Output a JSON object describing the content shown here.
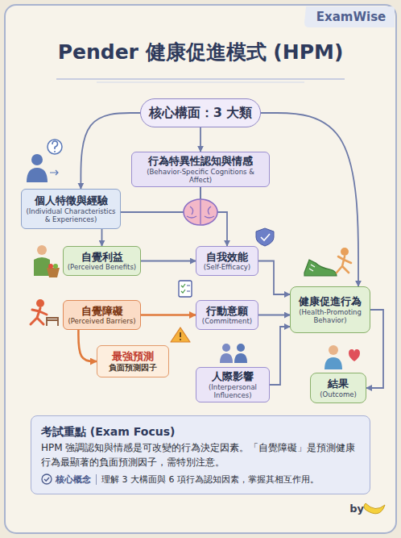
{
  "diagram": {
    "title": "Pender 健康促進模式 (HPM)",
    "nodes": [
      {
        "text": [
          "核心構面：3 大類"
        ]
      },
      {
        "text": [
          "個人特徵與經驗",
          "(Individual Characteristics & Experiences)"
        ]
      },
      {
        "text": [
          "行為特異性認知與情感",
          "(Behavior-Specific Cognitions & Affect)"
        ]
      },
      {
        "text": [
          "自覺利益",
          "(Perceived Benefits)"
        ]
      },
      {
        "text": [
          "自我效能",
          "(Self-Efficacy)"
        ]
      },
      {
        "text": [
          "自覺障礙",
          "(Perceived Barriers)"
        ]
      },
      {
        "text": [
          "行動意願",
          "(Commitment)"
        ]
      },
      {
        "text": [
          "最強預測",
          "負面預測因子"
        ]
      },
      {
        "text": [
          "人際影響",
          "(Interpersonal Influences)"
        ]
      },
      {
        "text": [
          "健康促進行為",
          "(Health-Promoting Behavior)"
        ]
      },
      {
        "text": [
          "結果",
          "(Outcome)"
        ]
      },
      {
        "text": [
          "考試重點 (Exam Focus)",
          "HPM 強調認知與情感是可改變的行為決定因素。「自覺障礙」是預測健康行為最顯著的負面預測因子，需特別注意。",
          "核心概念",
          "理解 3 大構面與 6 項行為認知因素，掌握其相互作用。"
        ]
      }
    ],
    "edges": [
      {
        "from": 0,
        "to": 1,
        "arrow": "to"
      },
      {
        "from": 0,
        "to": 2,
        "arrow": "to"
      },
      {
        "from": 0,
        "to": 9,
        "arrow": "to"
      },
      {
        "from": 2,
        "to": 3,
        "arrow": "to"
      },
      {
        "from": 2,
        "to": 4,
        "arrow": "to"
      },
      {
        "from": 3,
        "to": 4,
        "arrow": "to"
      },
      {
        "from": 5,
        "to": 6,
        "arrow": "to"
      },
      {
        "from": 5,
        "to": 7,
        "arrow": "to"
      },
      {
        "from": 4,
        "to": 9,
        "arrow": "to"
      },
      {
        "from": 6,
        "to": 9,
        "arrow": "to"
      },
      {
        "from": 8,
        "to": 9,
        "arrow": "to"
      },
      {
        "from": 9,
        "to": 10,
        "arrow": "to"
      }
    ],
    "labels": [
      "ExamWise",
      "by"
    ]
  }
}
